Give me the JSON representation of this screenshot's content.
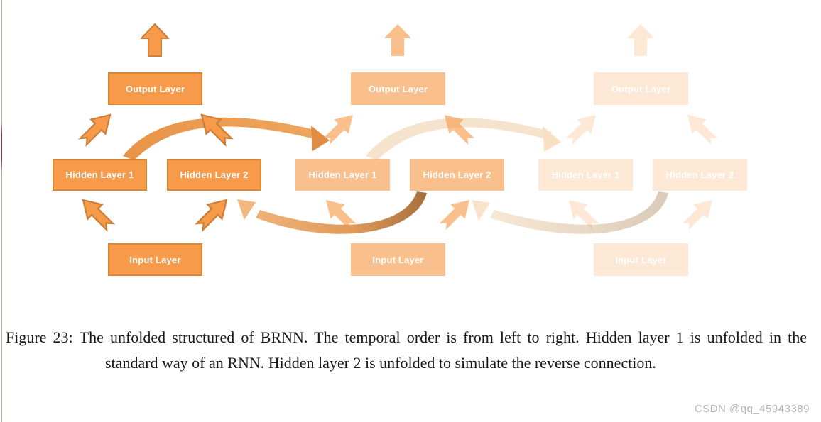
{
  "diagram": {
    "labels": {
      "output": "Output Layer",
      "hidden1": "Hidden Layer 1",
      "hidden2": "Hidden Layer 2",
      "input": "Input Layer"
    },
    "colors": {
      "box_fill": "#F79B4B",
      "box_border": "#DB8731",
      "box_text": "#FFFFFF",
      "forward_swoosh": "#EC9F58",
      "reverse_swoosh_dark": "#A86F3B",
      "reverse_swoosh_light": "#F3B77F",
      "faded_swoosh": "#F6E3CE"
    },
    "icon_names": [
      "up-arrow-icon",
      "diagonal-arrow-icon",
      "forward-connection-arrow",
      "reverse-connection-arrow"
    ]
  },
  "caption": {
    "label": "Figure 23:",
    "text": "The unfolded structured of BRNN. The temporal order is from left to right. Hidden layer 1 is unfolded in the standard way of an RNN. Hidden layer 2 is unfolded to simulate the reverse connection."
  },
  "watermark": "CSDN @qq_45943389"
}
